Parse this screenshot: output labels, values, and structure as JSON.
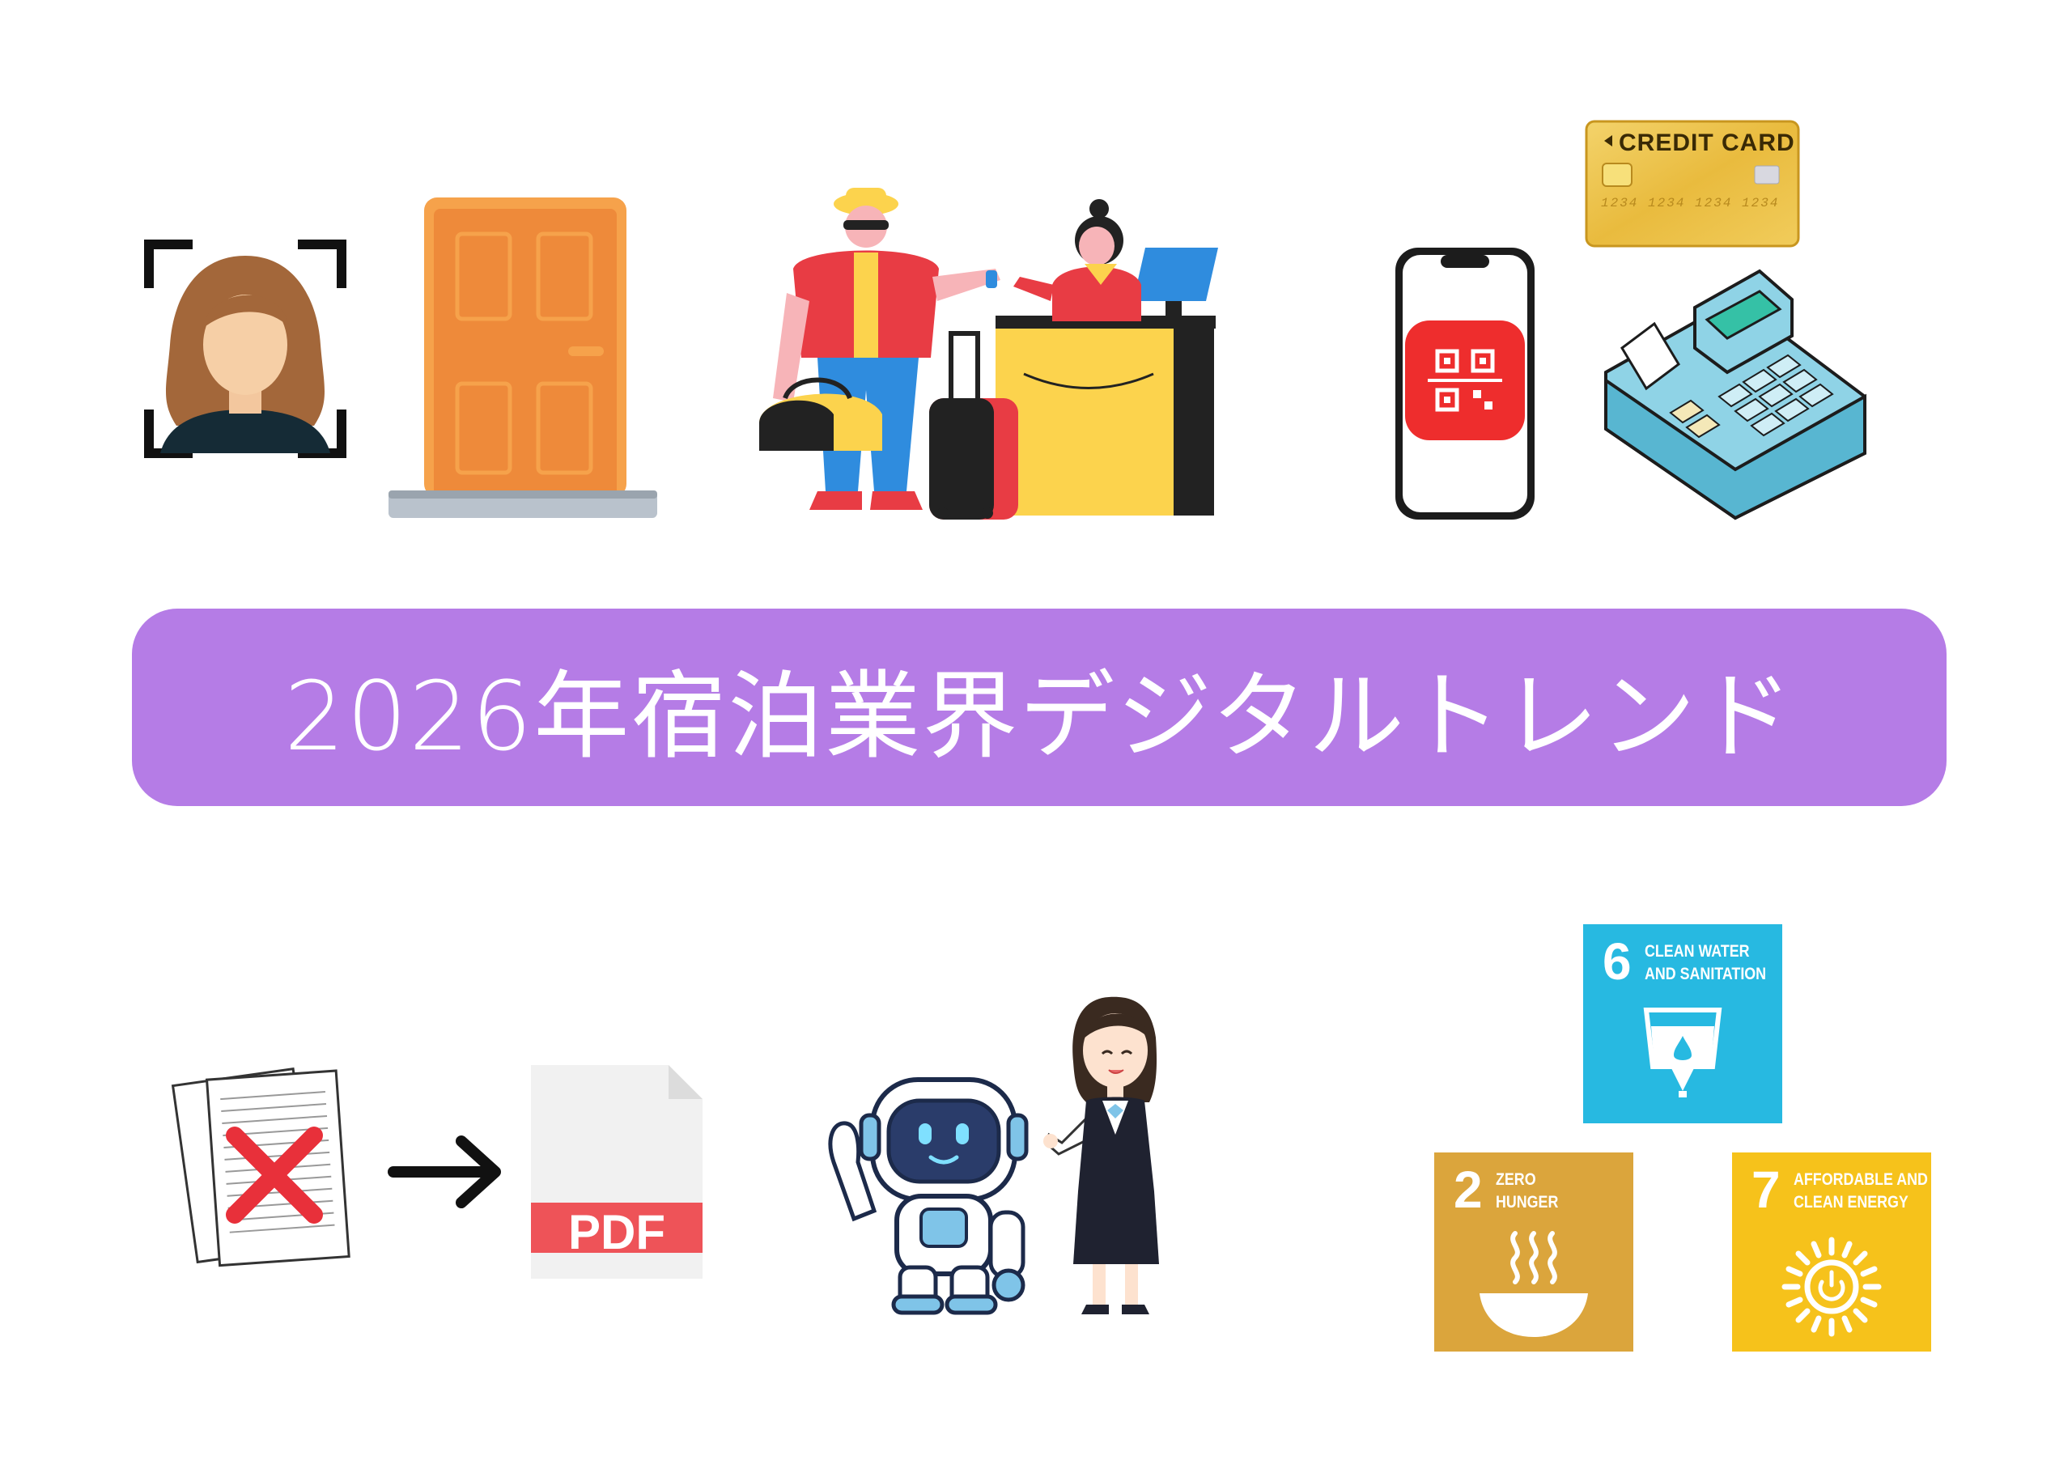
{
  "banner": {
    "title": "2026年宿泊業界デジタルトレンド",
    "color": "#b57ce6"
  },
  "credit_card": {
    "label": "CREDIT CARD",
    "numbers": "1234 1234 1234 1234"
  },
  "pdf": {
    "label": "PDF"
  },
  "sdgs": [
    {
      "number": "6",
      "title_line1": "CLEAN WATER",
      "title_line2": "AND SANITATION",
      "color": "#27b9e1",
      "icon": "water-cup-icon"
    },
    {
      "number": "2",
      "title_line1": "ZERO",
      "title_line2": "HUNGER",
      "color": "#dba53c",
      "icon": "bowl-icon"
    },
    {
      "number": "7",
      "title_line1": "AFFORDABLE AND",
      "title_line2": "CLEAN ENERGY",
      "color": "#f6c21b",
      "icon": "sun-power-icon"
    }
  ],
  "icons": [
    "face-recognition-icon",
    "door-icon",
    "hotel-check-in-icon",
    "smartphone-qr-icon",
    "credit-card-icon",
    "cash-register-icon",
    "paperless-documents-icon",
    "arrow-right-icon",
    "pdf-file-icon",
    "robot-icon",
    "receptionist-icon"
  ]
}
